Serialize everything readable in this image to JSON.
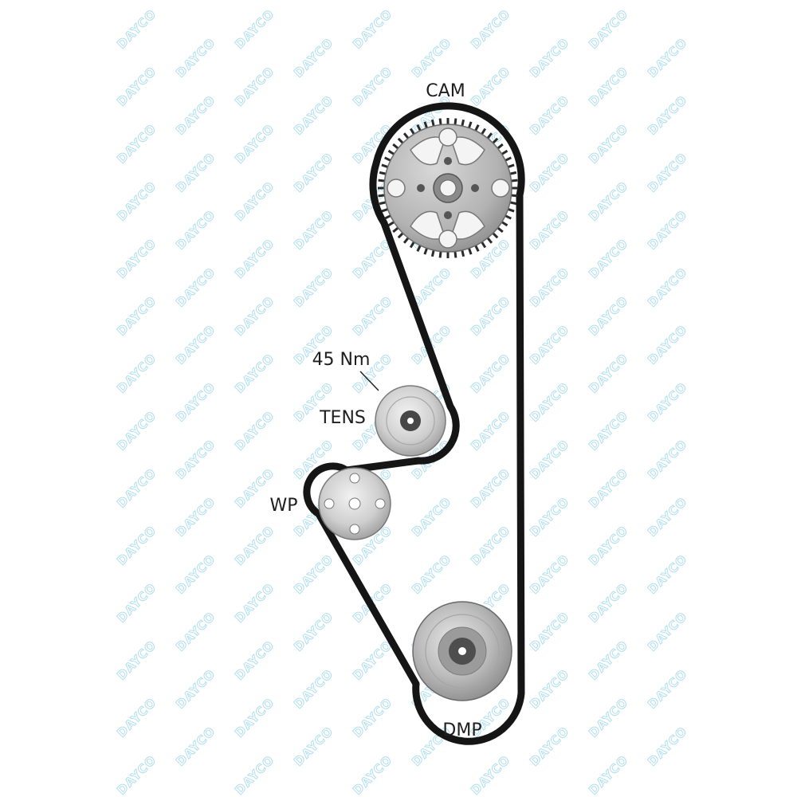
{
  "labels": {
    "cam": "CAM",
    "torque": "45 Nm",
    "tensioner": "TENS",
    "water_pump": "WP",
    "damper": "DMP"
  },
  "watermark": {
    "text": "DAYCO",
    "color": "#a9dcef"
  },
  "colors": {
    "belt": "#151515",
    "pulley_light": "#e4e4e4",
    "pulley_mid": "#bdbdbd",
    "pulley_dark": "#4a4a4a",
    "label_text": "#1e1e1e"
  }
}
